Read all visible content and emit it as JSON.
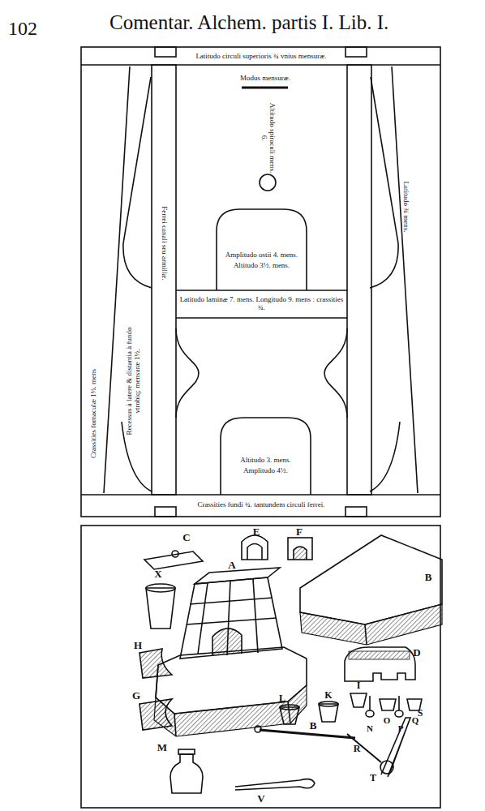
{
  "diagram": {
    "title": "Comentar. Alchem. partis I. Lib. I.",
    "nodes": [
      {
        "text": [
          "Latitudo circuli superioris ¾ vnius mensuræ."
        ]
      },
      {
        "text": [
          "Amplitudo ostii 4. mens.",
          "Altitudo 3½. mens."
        ]
      },
      {
        "text": [
          "Latitudo laminæ 7. mens. Longitudo 9. mens : crassities ¾."
        ]
      },
      {
        "text": [
          "Altitudo 3. mens.",
          "Amplitudo 4½."
        ]
      },
      {
        "text": [
          "Crassities fundi ¾. tantundem circuli ferrei."
        ]
      }
    ],
    "labels": [
      "102",
      "Modus mensuræ.",
      "Altitudo spiraculi mens. 6.",
      "Latitudo ¾ mens.",
      "Ferrei canali seu armillæ.",
      "Crassities fornaculæ 1½. mens",
      "Recessus à latere & distantia à fundo vtrobiq; mensuræ 1½.",
      "C",
      "E",
      "F",
      "A",
      "B",
      "X",
      "B",
      "D",
      "H",
      "I",
      "G",
      "K",
      "L",
      "N",
      "O",
      "P",
      "Q",
      "R",
      "M",
      "V",
      "T",
      "S"
    ]
  }
}
